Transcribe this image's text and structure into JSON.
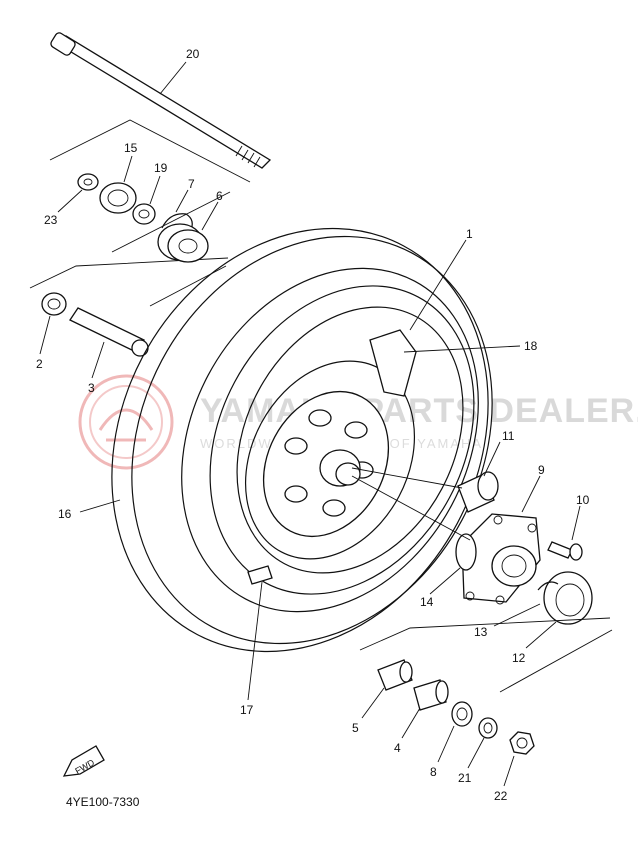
{
  "diagram": {
    "code": "4YE100-7330",
    "fwd_label": "FWD",
    "watermark": {
      "title": "YAMAHA PARTS DEALER.PL",
      "subtitle": "WORLDWIDE SHIPPING OF YAMAHA",
      "logo_color": "#f0b8b8"
    },
    "callouts": [
      "20",
      "15",
      "19",
      "7",
      "6",
      "23",
      "2",
      "3",
      "1",
      "18",
      "16",
      "11",
      "9",
      "10",
      "14",
      "13",
      "12",
      "17",
      "5",
      "4",
      "8",
      "21",
      "22"
    ]
  }
}
